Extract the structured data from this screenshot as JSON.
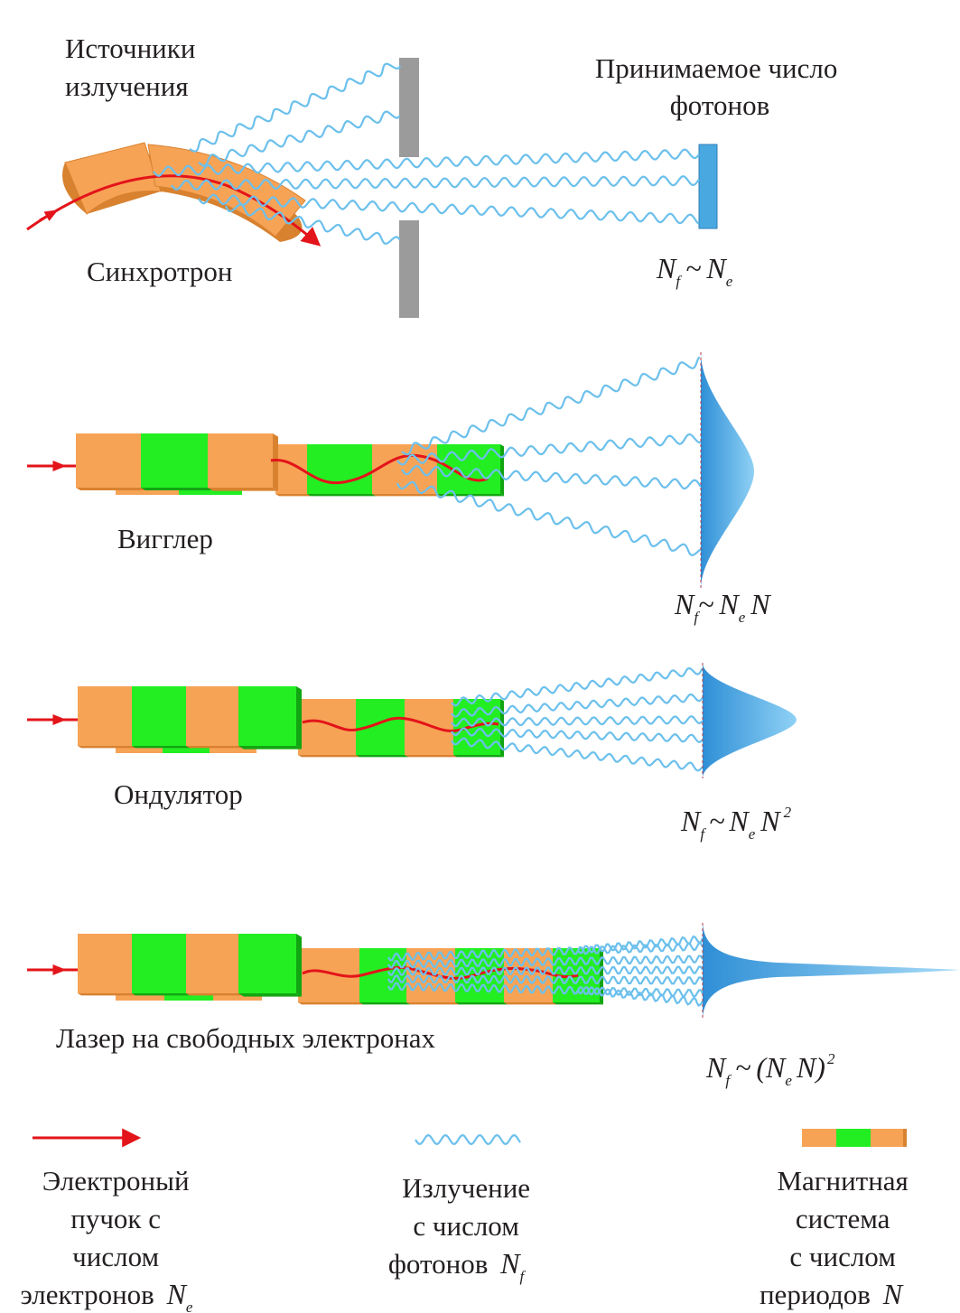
{
  "labels": {
    "sources": [
      "Источники",
      "излучения"
    ],
    "received": [
      "Принимаемое число",
      "фотонов"
    ],
    "synchrotron": "Синхротрон",
    "wiggler": "Вигглер",
    "undulator": "Ондулятор",
    "fel": "Лазер на свободных электронах"
  },
  "formulas": {
    "sync": {
      "N": "N",
      "f": "f",
      "tilde": "~",
      "N2": "N",
      "e": "e"
    },
    "wiggler": {
      "N": "N",
      "f": "f",
      "tilde": "~",
      "N2": "N",
      "e": "e",
      "N3": "N"
    },
    "undulator": {
      "N": "N",
      "f": "f",
      "tilde": "~",
      "N2": "N",
      "e": "e",
      "N3": "N",
      "pow": "2"
    },
    "fel": {
      "N": "N",
      "f": "f",
      "tilde": "~",
      "open": "(N",
      "e": "e",
      "close": "N)",
      "pow": "2"
    }
  },
  "legend": {
    "beam": [
      "Электроный",
      "пучок с",
      "числом",
      "электронов"
    ],
    "beam_sym": "N",
    "beam_sub": "e",
    "radiation": [
      "Излучение",
      "с числом",
      "фотонов"
    ],
    "rad_sym": "N",
    "rad_sub": "f",
    "magnet": [
      "Магнитная",
      "система",
      "с числом",
      "периодов"
    ],
    "mag_sym": "N"
  },
  "colors": {
    "orange": "#f7a356",
    "orange_dark": "#d88230",
    "green": "#22ee22",
    "green_dark": "#12a512",
    "electron": "#e3141a",
    "photon": "#6cc0ec",
    "detector": "#4aa8e0",
    "slit": "#9b9b9b"
  }
}
